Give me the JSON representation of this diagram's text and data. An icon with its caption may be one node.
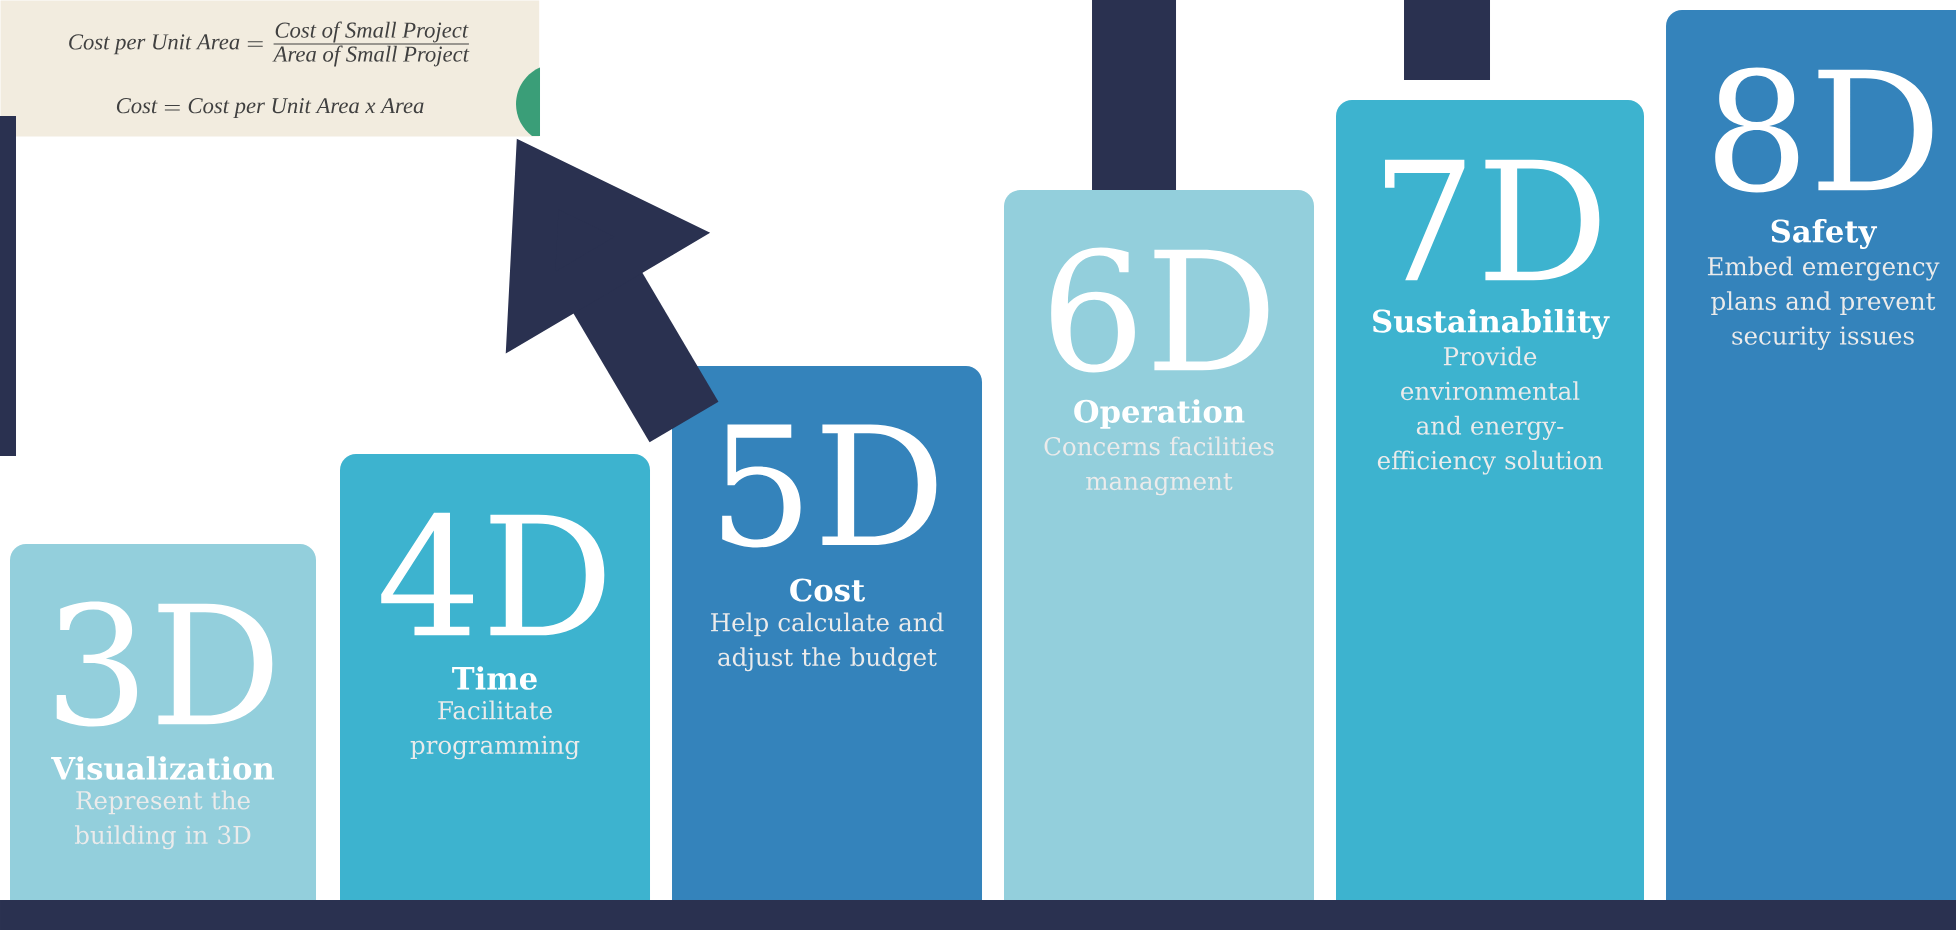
{
  "diagram": {
    "nodes": [
      {
        "text": [
          "\\textit{Cost per Unit Area} = \\frac{\\textit{Cost of Small Project}}{\\textit{Area of Small Project}}",
          "\\textit{Cost} = \\textit{Cost per Unit Area x Area}"
        ]
      },
      {
        "text": [
          "3D",
          "Visualization",
          "Represent the building in 3D"
        ]
      },
      {
        "text": [
          "4D",
          "Time",
          "Facilitate programming"
        ]
      },
      {
        "text": [
          "5D",
          "Cost",
          "Help calculate and adjust the budget"
        ]
      },
      {
        "text": [
          "6D",
          "Operation",
          "Concerns facilities managment"
        ]
      },
      {
        "text": [
          "7D",
          "Sustainability",
          "Provide environmental and energy-efficiency solution"
        ]
      },
      {
        "text": [
          "8D",
          "Safety",
          "Embed emergency plans and prevent security issues"
        ]
      },
      {
        "text": [],
        "shape": "bar"
      },
      {
        "text": [],
        "shape": "bar"
      },
      {
        "text": [],
        "shape": "bar"
      },
      {
        "text": [],
        "shape": "bar"
      }
    ],
    "edges": [
      {
        "from": 3,
        "to": 0,
        "arrow": "to"
      }
    ]
  }
}
